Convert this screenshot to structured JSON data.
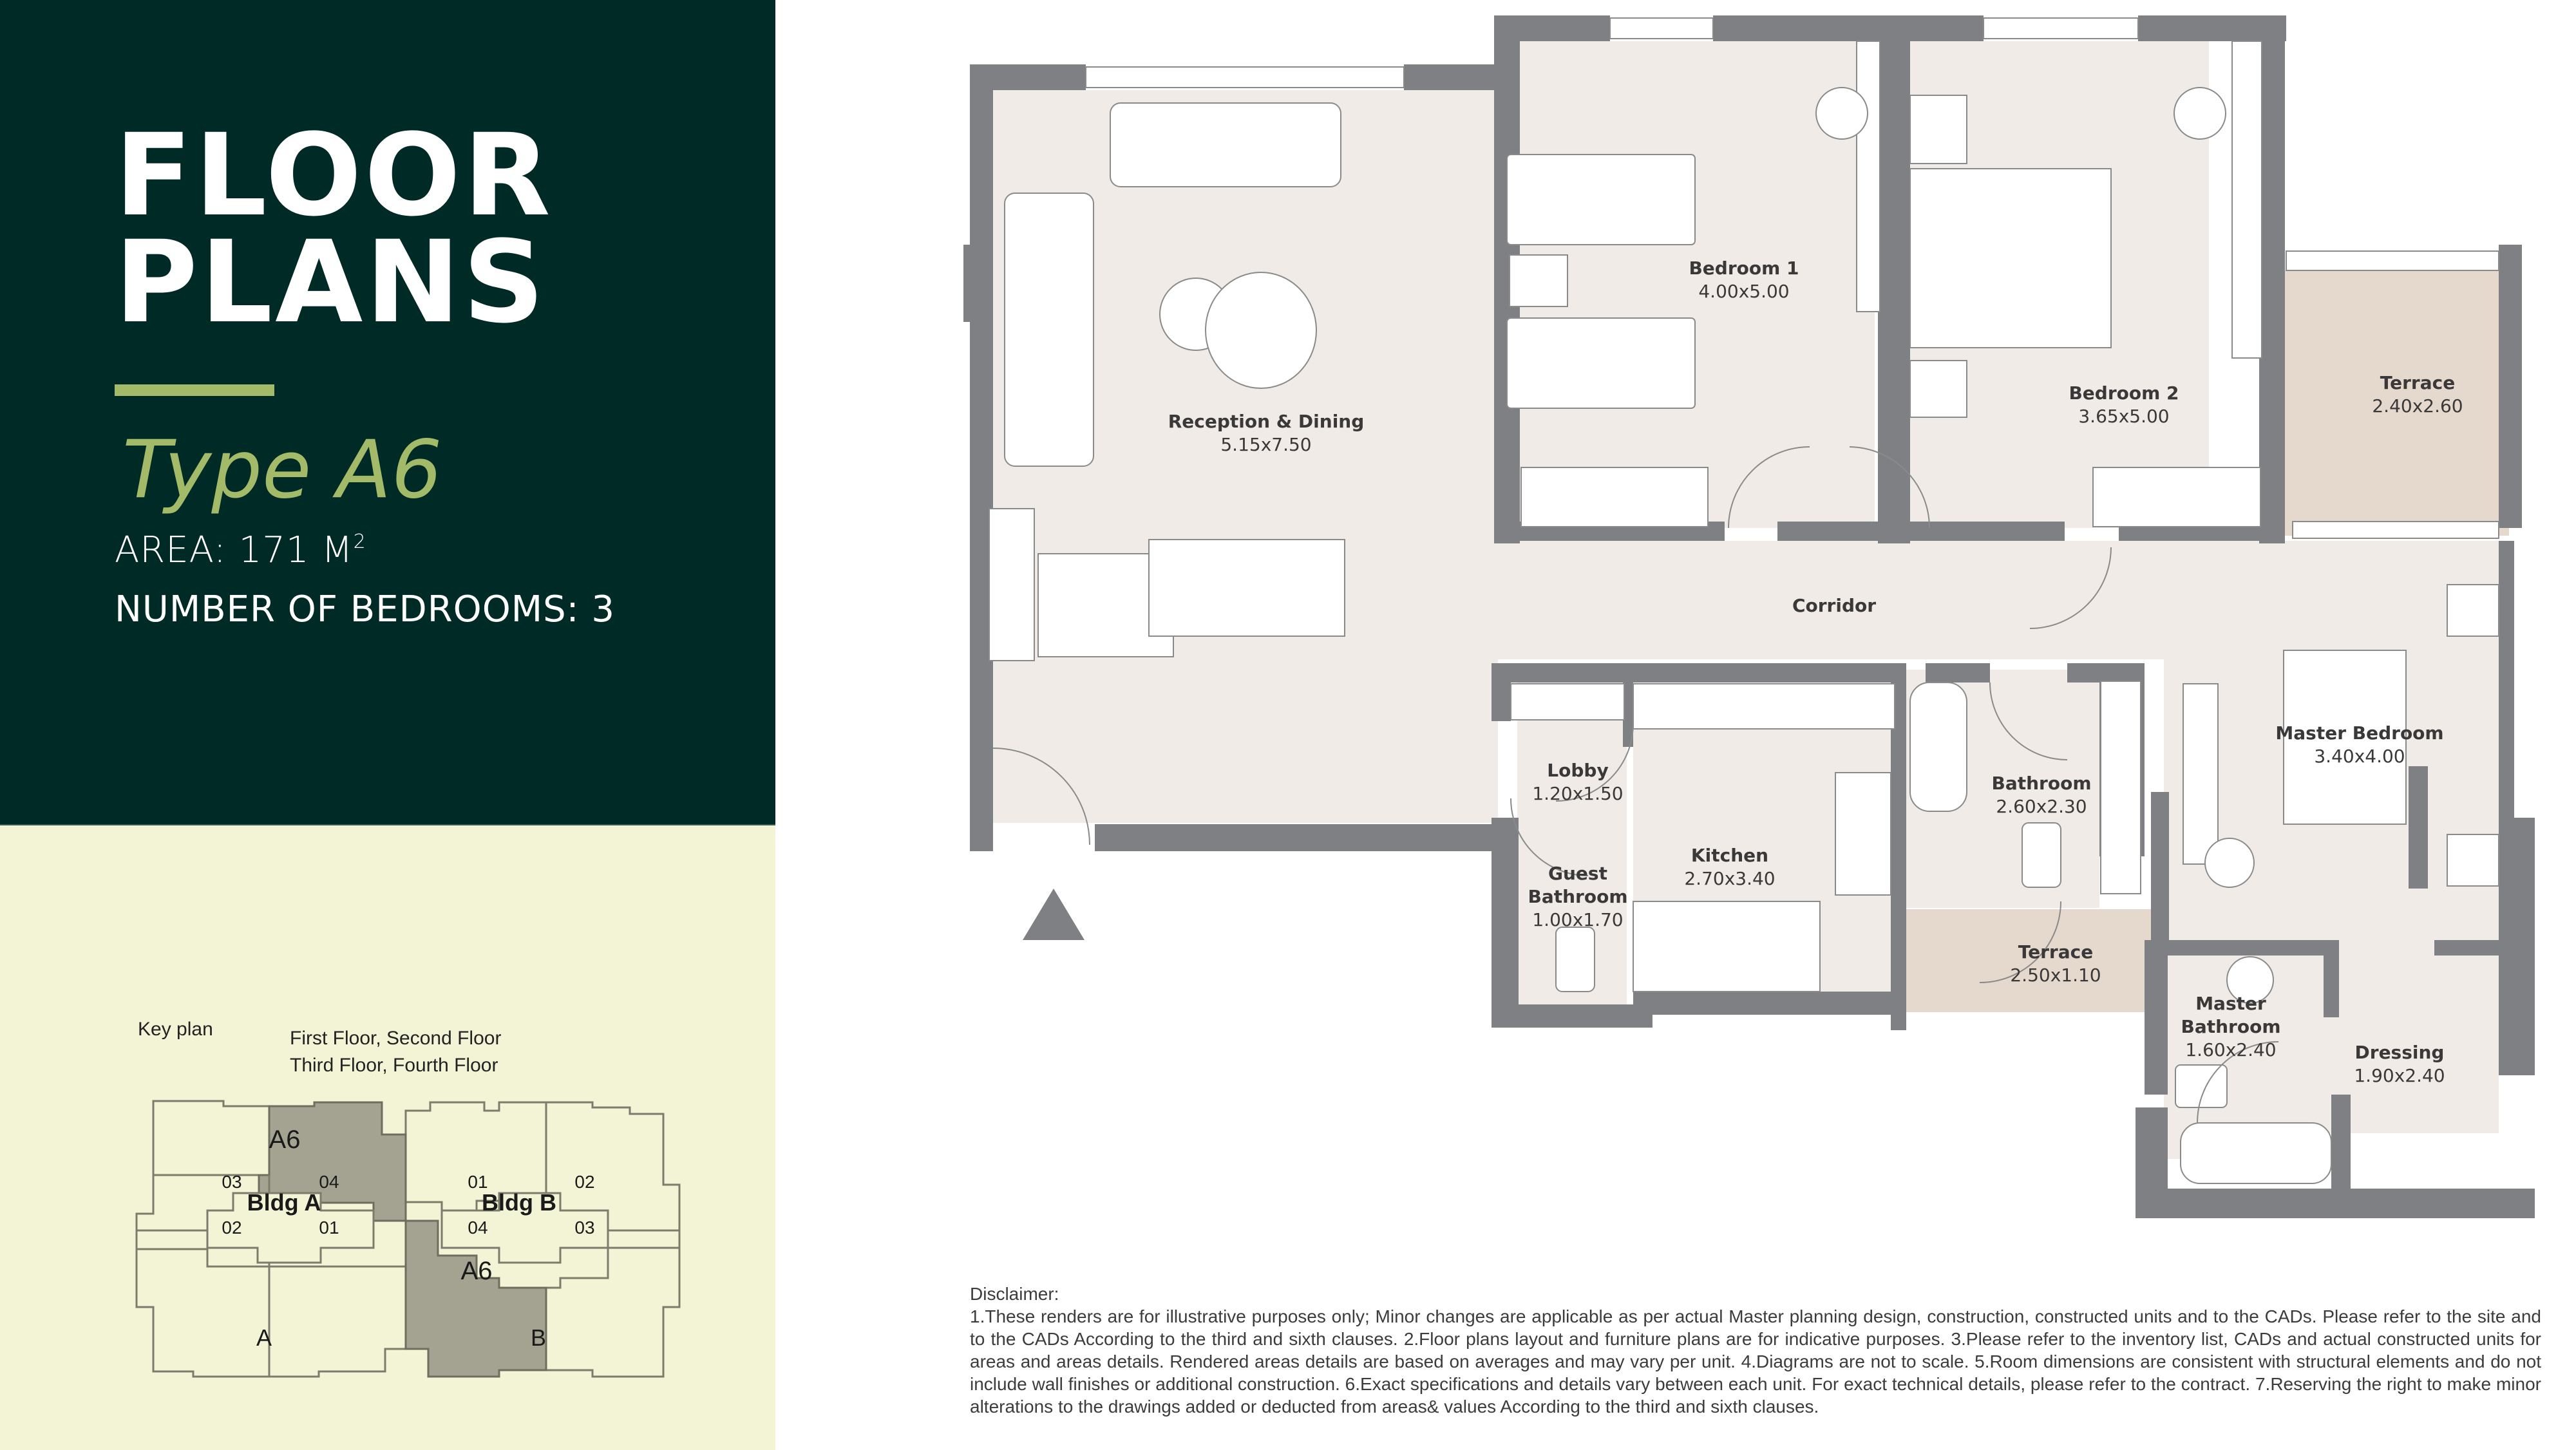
{
  "header": {
    "title_line1": "FLOOR",
    "title_line2": "PLANS",
    "unit_type": "Type A6",
    "area_label": "AREA: 171 M",
    "area_unit_sup": "2",
    "bedrooms_label": "NUMBER OF BEDROOMS: 3"
  },
  "colors": {
    "hero_bg": "#002a26",
    "accent_green": "#a3bb68",
    "keyplan_bg": "#f3f4d6",
    "keyplan_highlight": "#a4a391",
    "wall": "#7f8083",
    "floor": "#f0ebe6",
    "terrace": "#e5d8cc"
  },
  "key_plan": {
    "label": "Key plan",
    "floors_line1": "First Floor, Second Floor",
    "floors_line2": "Third Floor, Fourth Floor",
    "buildings": [
      {
        "name": "Bldg A",
        "letter": "A",
        "units": [
          "03",
          "04",
          "02",
          "01"
        ],
        "highlight_label": "A6",
        "highlight_unit": "04"
      },
      {
        "name": "Bldg B",
        "letter": "B",
        "units": [
          "01",
          "02",
          "04",
          "03"
        ],
        "highlight_label": "A6",
        "highlight_unit": "04"
      }
    ]
  },
  "rooms": [
    {
      "name": "Reception & Dining",
      "dims": "5.15x7.50"
    },
    {
      "name": "Bedroom 1",
      "dims": "4.00x5.00"
    },
    {
      "name": "Bedroom 2",
      "dims": "3.65x5.00"
    },
    {
      "name": "Terrace",
      "dims": "2.40x2.60"
    },
    {
      "name": "Corridor",
      "dims": ""
    },
    {
      "name": "Lobby",
      "dims": "1.20x1.50"
    },
    {
      "name": "Guest",
      "name2": "Bathroom",
      "dims": "1.00x1.70"
    },
    {
      "name": "Kitchen",
      "dims": "2.70x3.40"
    },
    {
      "name": "Bathroom",
      "dims": "2.60x2.30"
    },
    {
      "name": "Terrace",
      "dims": "2.50x1.10"
    },
    {
      "name": "Master Bedroom",
      "dims": "3.40x4.00"
    },
    {
      "name": "Master",
      "name2": "Bathroom",
      "dims": "1.60x2.40"
    },
    {
      "name": "Dressing",
      "dims": "1.90x2.40"
    }
  ],
  "disclaimer": {
    "title": "Disclaimer:",
    "text": "1.These renders are for illustrative purposes only; Minor changes are applicable as per actual Master planning design, construction, constructed units and to the CADs. Please refer to the site and to the CADs According to the third and sixth clauses. 2.Floor plans layout and furniture plans are for indicative purposes. 3.Please refer to the inventory list, CADs and actual constructed units for areas and areas details. Rendered areas details are based on averages and may vary per unit. 4.Diagrams are not to scale. 5.Room dimensions are consistent with structural elements and do not include wall finishes or additional construction. 6.Exact specifications and details vary between each unit. For exact technical details, please refer to the contract. 7.Reserving the right to make minor alterations to the drawings added or deducted from areas& values According to the third and sixth clauses."
  }
}
